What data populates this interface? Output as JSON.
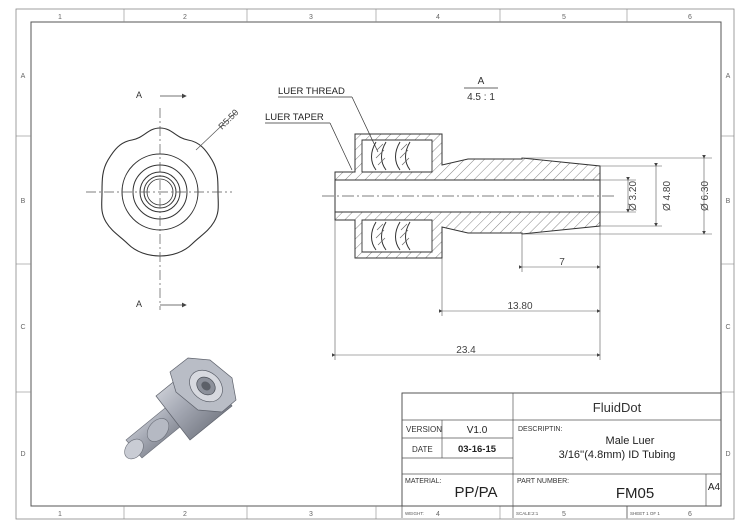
{
  "frame": {
    "column_numbers_top": [
      "1",
      "2",
      "3",
      "4",
      "5",
      "6"
    ],
    "column_numbers_bottom": [
      "1",
      "2",
      "3",
      "4",
      "5",
      "6"
    ],
    "row_letters_left": [
      "A",
      "B",
      "C",
      "D"
    ],
    "row_letters_right": [
      "A",
      "B",
      "C",
      "D"
    ]
  },
  "front_view": {
    "section_mark_top": "A",
    "section_mark_bottom": "A",
    "radius_label": "R5.50"
  },
  "section_view": {
    "section_label": "A",
    "scale_label": "4.5 : 1",
    "callouts": [
      "LUER THREAD",
      "LUER TAPER"
    ],
    "dimensions": {
      "d_inner": "Ø 3.20",
      "d_mid": "Ø 4.80",
      "d_outer": "Ø 6.30",
      "len_barb": "7",
      "len_body": "13.80",
      "len_total": "23.4"
    }
  },
  "title_block": {
    "company": "FluidDot",
    "version_label": "VERSION",
    "version_value": "V1.0",
    "date_label": "DATE",
    "date_value": "03-16-15",
    "description_label": "DESCRIPTIN:",
    "description_line1": "Male Luer",
    "description_line2": "3/16''(4.8mm) ID Tubing",
    "material_label": "MATERIAL:",
    "material_value": "PP/PA",
    "part_number_label": "PART NUMBER:",
    "part_number_value": "FM05",
    "sheet_size": "A4",
    "weight_label": "WEIGHT:",
    "scale_label": "SCALE:2:1",
    "sheet_label": "SHEET 1 OF 1"
  },
  "colors": {
    "line": "#333333",
    "thin": "#555555",
    "hatch": "#666666",
    "part_metal": "#a9adb8"
  }
}
